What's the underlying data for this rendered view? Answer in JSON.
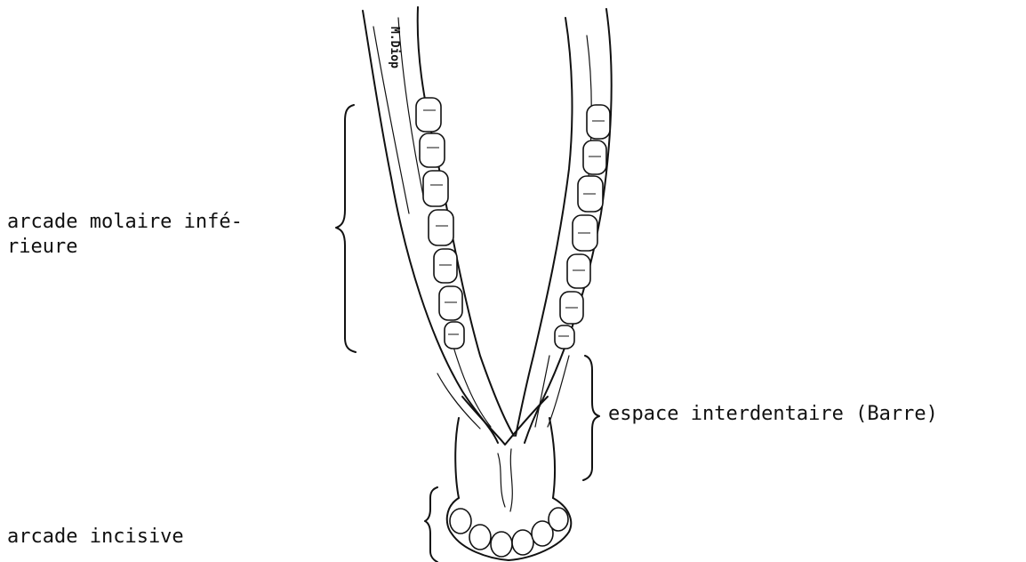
{
  "labels": {
    "molar_arcade_line1": "arcade molaire infé-",
    "molar_arcade_line2": "rieure",
    "interdental_space": "espace interdentaire (Barre)",
    "incisor_arcade": "arcade incisive"
  },
  "signature": "M.Diop",
  "colors": {
    "ink": "#111111",
    "background": "#ffffff"
  }
}
